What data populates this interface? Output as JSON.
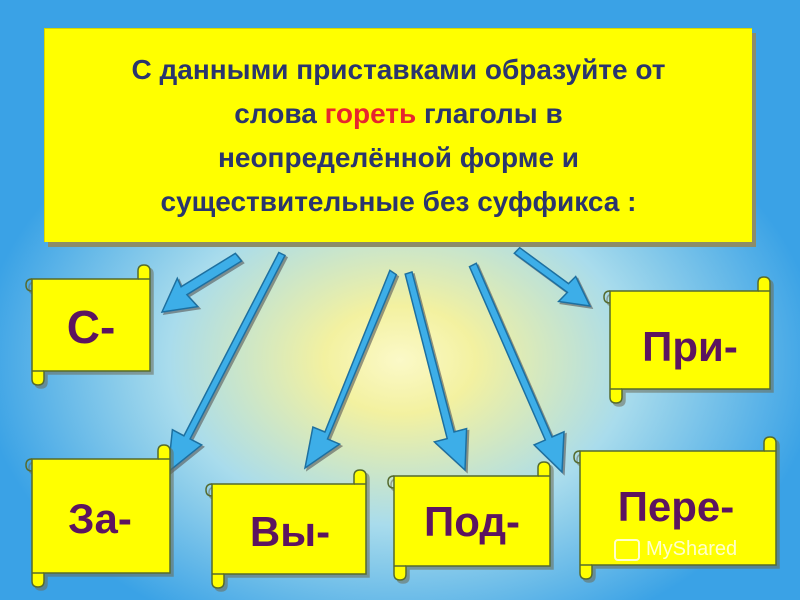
{
  "instruction": {
    "line1": "С данными приставками образуйте от",
    "line2_before": "слова ",
    "line2_highlight": "гореть",
    "line2_after": " глаголы в",
    "line3": "неопределённой форме и",
    "line4": "существительные без суффикса :"
  },
  "prefixes": {
    "s": "С-",
    "pri": "При-",
    "za": "За-",
    "vy": "Вы-",
    "pod": "Под-",
    "pere": "Пере-"
  },
  "watermark": {
    "text": "MyShared"
  },
  "colors": {
    "box_background": "#ffff00",
    "instruction_text": "#2a356e",
    "highlight_text": "#e6262e",
    "prefix_text": "#5c1460",
    "arrow_fill": "#3daee8",
    "scroll_fill": "#ffff00"
  }
}
